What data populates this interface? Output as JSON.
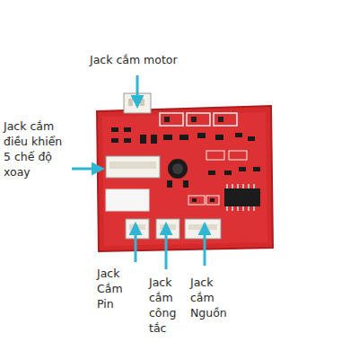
{
  "diagram": {
    "labels": [
      "Jack cắm motor",
      "Jack cắm điều khiển 5 chế độ xoay",
      "Jack Cắm Pin",
      "Jack cắm công tắc",
      "Jack cắm Nguồn"
    ]
  }
}
